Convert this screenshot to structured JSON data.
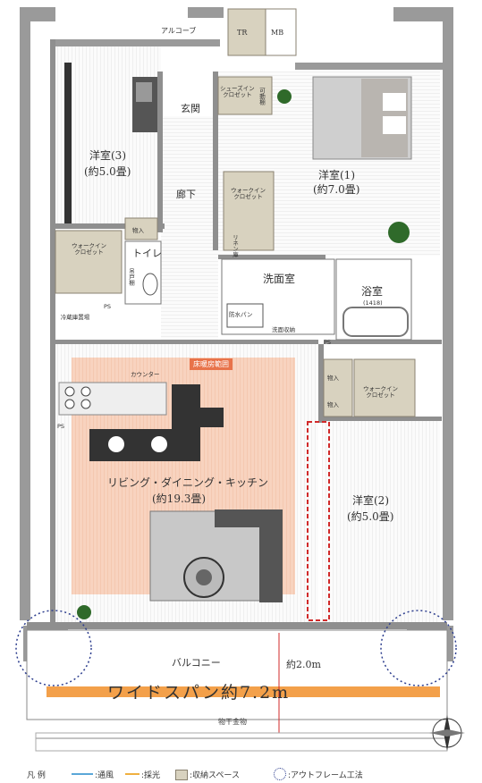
{
  "rooms": {
    "alcove": "アルコーブ",
    "tr": "TR",
    "mb": "MB",
    "entrance": "玄関",
    "shoes_closet": "シューズイン\nクロゼット",
    "shelf_movable": "可動棚",
    "hallway": "廊下",
    "western3": "洋室(3)",
    "western3_size": "(約5.0畳)",
    "western1": "洋室(1)",
    "western1_size": "(約7.0畳)",
    "walkin_closet": "ウォークイン\nクロゼット",
    "storage": "物入",
    "toilet": "トイレ",
    "hanging_shelf": "吊戸棚",
    "linen": "リネン庫",
    "washroom": "洗面室",
    "bathroom": "浴室",
    "bath_size": "(1418)",
    "waterproof_pan": "防水パン",
    "wash_storage": "洗面収納",
    "ps": "PS",
    "fridge": "冷蔵庫置場",
    "counter": "カウンター",
    "ldk": "リビング・ダイニング・キッチン",
    "ldk_size": "(約19.3畳)",
    "western2": "洋室(2)",
    "western2_size": "(約5.0畳)",
    "floor_heating": "床暖房範囲",
    "balcony": "バルコニー",
    "depth": "約2.0m",
    "wide_span": "ワイドスパン約7.2m",
    "clothes_pole": "物干金物"
  },
  "legend": {
    "title": "凡 例",
    "ventilation": ":通風",
    "light": ":採光",
    "storage_space": ":収納スペース",
    "outframe": ":アウトフレーム工法"
  },
  "colors": {
    "wall": "#9a9a9a",
    "storage": "#d8d2bf",
    "floor_heating": "#f6c8b0",
    "heat_label": "#e8734a",
    "wide_span_bar": "#f3a04a",
    "wind": "#5aa7d8",
    "light": "#f0b040"
  }
}
